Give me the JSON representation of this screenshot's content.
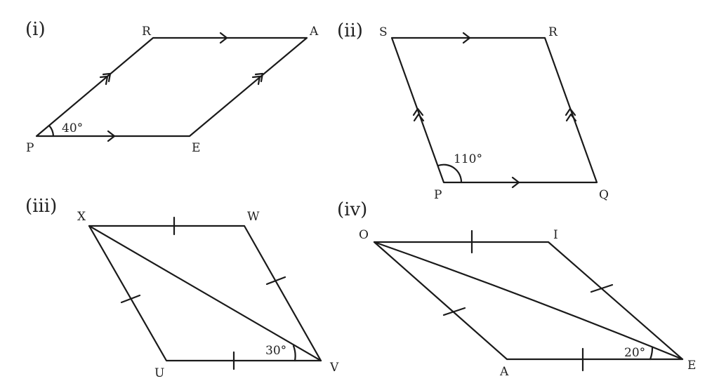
{
  "figures": [
    {
      "number": "(i)",
      "vertices": [
        "P",
        "R",
        "A",
        "E"
      ],
      "angle": "40°",
      "marks": "parallel-arrows"
    },
    {
      "number": "(ii)",
      "vertices": [
        "S",
        "R",
        "Q",
        "P"
      ],
      "angle": "110°",
      "marks": "parallel-arrows"
    },
    {
      "number": "(iii)",
      "vertices": [
        "X",
        "W",
        "V",
        "U"
      ],
      "angle": "30°",
      "marks": "equal-ticks"
    },
    {
      "number": "(iv)",
      "vertices": [
        "O",
        "I",
        "E",
        "A"
      ],
      "angle": "20°",
      "marks": "equal-ticks"
    }
  ],
  "stroke_color": "#1a1a1a"
}
